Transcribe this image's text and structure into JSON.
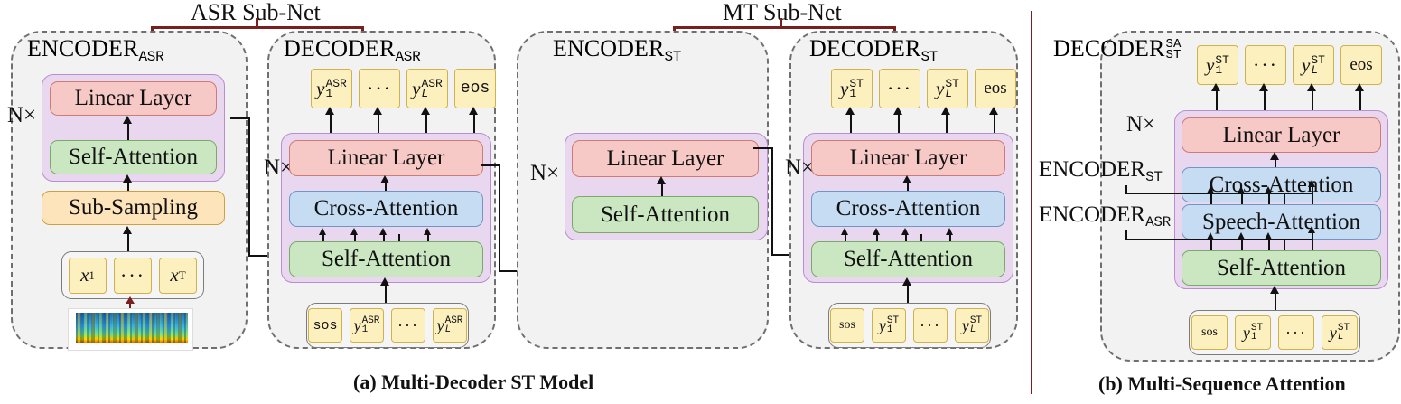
{
  "figure": {
    "panels": [
      {
        "id": "a",
        "caption": "(a) Multi-Decoder ST Model",
        "annotations": [
          {
            "name": "asr-sub-net",
            "label": "ASR Sub-Net"
          },
          {
            "name": "mt-sub-net",
            "label": "MT Sub-Net"
          }
        ],
        "modules": [
          {
            "name": "encoder-asr",
            "title_main": "ENCODER",
            "title_sub": "ASR",
            "repeat_label": "N×",
            "layers": [
              {
                "name": "linear-layer",
                "label": "Linear Layer",
                "color": "#f6c9c6"
              },
              {
                "name": "self-attention",
                "label": "Self-Attention",
                "color": "#cbe7c2"
              },
              {
                "name": "sub-sampling",
                "label": "Sub-Sampling",
                "color": "#fde4bb"
              }
            ],
            "input_tokens": [
              "x₁",
              "···",
              "x_T"
            ],
            "input_media": "spectrogram-image"
          },
          {
            "name": "decoder-asr",
            "title_main": "DECODER",
            "title_sub": "ASR",
            "repeat_label": "N×",
            "output_tokens": [
              "y₁ASR",
              "···",
              "y_LASR",
              "eos"
            ],
            "layers": [
              {
                "name": "linear-layer",
                "label": "Linear Layer",
                "color": "#f6c9c6"
              },
              {
                "name": "cross-attention",
                "label": "Cross-Attention",
                "color": "#c6dcf2"
              },
              {
                "name": "self-attention",
                "label": "Self-Attention",
                "color": "#cbe7c2"
              }
            ],
            "input_tokens": [
              "sos",
              "y₁ASR",
              "···",
              "y_LASR"
            ]
          },
          {
            "name": "encoder-st",
            "title_main": "ENCODER",
            "title_sub": "ST",
            "repeat_label": "N×",
            "layers": [
              {
                "name": "linear-layer",
                "label": "Linear Layer",
                "color": "#f6c9c6"
              },
              {
                "name": "self-attention",
                "label": "Self-Attention",
                "color": "#cbe7c2"
              }
            ]
          },
          {
            "name": "decoder-st",
            "title_main": "DECODER",
            "title_sub": "ST",
            "repeat_label": "N×",
            "output_tokens": [
              "y₁ST",
              "···",
              "y_LST",
              "eos"
            ],
            "layers": [
              {
                "name": "linear-layer",
                "label": "Linear Layer",
                "color": "#f6c9c6"
              },
              {
                "name": "cross-attention",
                "label": "Cross-Attention",
                "color": "#c6dcf2"
              },
              {
                "name": "self-attention",
                "label": "Self-Attention",
                "color": "#cbe7c2"
              }
            ],
            "input_tokens": [
              "sos",
              "y₁ST",
              "···",
              "y_LST"
            ]
          }
        ]
      },
      {
        "id": "b",
        "caption": "(b) Multi-Sequence Attention",
        "modules": [
          {
            "name": "decoder-st-sa",
            "title_main": "DECODER",
            "title_sub": "ST",
            "title_sup": "SA",
            "repeat_label": "N×",
            "output_tokens": [
              "y₁ST",
              "···",
              "y_LST",
              "eos"
            ],
            "layers": [
              {
                "name": "linear-layer",
                "label": "Linear Layer",
                "color": "#f6c9c6"
              },
              {
                "name": "cross-attention",
                "label": "Cross-Attention",
                "color": "#c6dcf2"
              },
              {
                "name": "speech-attention",
                "label": "Speech-Attention",
                "color": "#c6dcf2"
              },
              {
                "name": "self-attention",
                "label": "Self-Attention",
                "color": "#cbe7c2"
              }
            ],
            "input_tokens": [
              "sos",
              "y₁ST",
              "···",
              "y_LST"
            ],
            "side_inputs": [
              {
                "name": "encoder-st-input",
                "main": "ENCODER",
                "sub": "ST"
              },
              {
                "name": "encoder-asr-input",
                "main": "ENCODER",
                "sub": "ASR"
              }
            ]
          }
        ]
      }
    ],
    "labels": {
      "linear_layer": "Linear Layer",
      "self_attention": "Self-Attention",
      "cross_attention": "Cross-Attention",
      "speech_attention": "Speech-Attention",
      "sub_sampling": "Sub-Sampling",
      "encoder": "ENCODER",
      "decoder": "DECODER",
      "asr": "ASR",
      "st": "ST",
      "sa": "SA",
      "n_times": "N×",
      "sos": "sos",
      "eos": "eos",
      "dots": "···",
      "asr_sub_net": "ASR Sub-Net",
      "mt_sub_net": "MT Sub-Net",
      "caption_a": "(a) Multi-Decoder ST Model",
      "caption_b": "(b) Multi-Sequence Attention",
      "x1": "x",
      "xT": "x",
      "y": "y",
      "idx1": "1",
      "idxL": "L"
    },
    "colors": {
      "linear": "#f6c9c6",
      "self_attention": "#cbe7c2",
      "attention": "#c6dcf2",
      "sub_sampling": "#fde4bb",
      "repeat_wrapper": "#e8d7ef",
      "token": "#fdf0bf",
      "module_bg": "#f2f2f2",
      "annotation": "#7a1f1f",
      "divider": "#7a1f1f"
    }
  }
}
